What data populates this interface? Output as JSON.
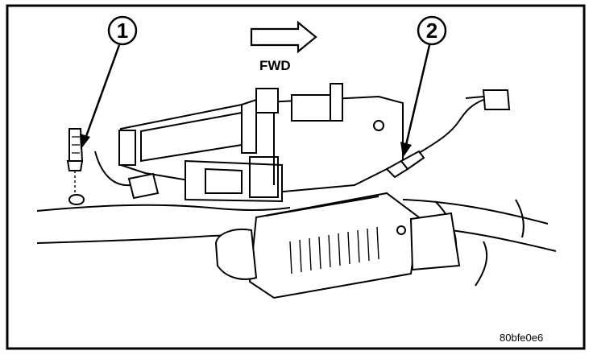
{
  "callouts": [
    {
      "number": "1"
    },
    {
      "number": "2"
    }
  ],
  "direction_label": "FWD",
  "figure_code": "80bfe0e6",
  "colors": {
    "ink": "#000000",
    "paper": "#ffffff"
  }
}
